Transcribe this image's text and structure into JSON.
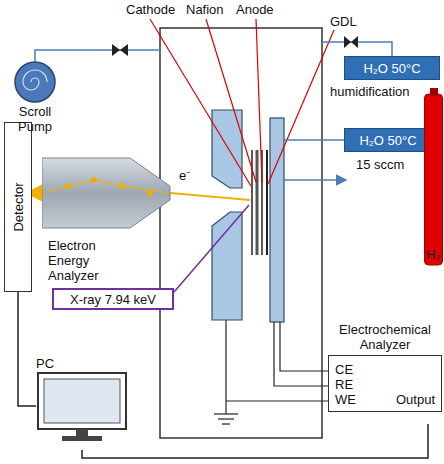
{
  "diagram": {
    "nodes": [
      {
        "text": [
          "H₂O 50°C"
        ]
      },
      {
        "text": [
          "H₂O 50°C"
        ]
      },
      {
        "text": [
          "Electron Energy Analyzer"
        ]
      },
      {
        "text": [
          "Detector"
        ]
      },
      {
        "text": [
          "X-ray 7.94 keV"
        ]
      },
      {
        "text": [
          "Electrochemical Analyzer",
          "CE",
          "RE",
          "WE",
          "Output"
        ]
      },
      {
        "text": [
          "PC"
        ]
      },
      {
        "text": [
          "Scroll Pump"
        ]
      },
      {
        "text": [
          "H₂"
        ]
      }
    ],
    "edges": [
      {
        "from": 2,
        "to": 3,
        "arrow": "to"
      },
      {
        "from": 3,
        "to": 6,
        "arrow": "none"
      },
      {
        "from": 5,
        "to": 6,
        "arrow": "none"
      },
      {
        "from": 8,
        "to": 1,
        "arrow": "none"
      }
    ],
    "labels": [
      "Cathode",
      "Nafion",
      "Anode",
      "GDL",
      "humidification",
      "15 sccm",
      "e⁻"
    ]
  }
}
